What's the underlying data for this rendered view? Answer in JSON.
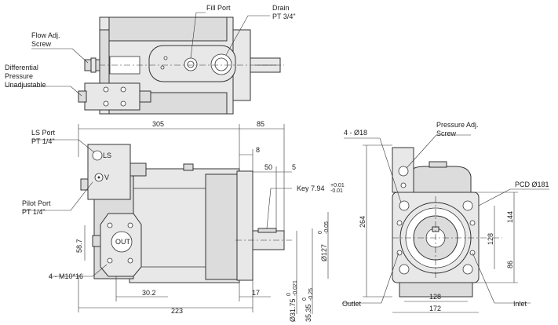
{
  "labels": {
    "fill_port": "Fill Port",
    "drain": "Drain",
    "drain_size": "PT 3/4\"",
    "flow_adj_1": "Flow Adj.",
    "flow_adj_2": "Screw",
    "diff_1": "Differential",
    "diff_2": "Pressure",
    "diff_3": "Unadjustable",
    "ls_port": "LS Port",
    "ls_size": "PT 1/4\"",
    "pilot_port": "Pilot Port",
    "pilot_size": "PT 1/4\"",
    "mount_bolts": "4 - M10*16",
    "key": "Key 7.94",
    "key_tol_up": "+0.01",
    "key_tol_dn": "-0.01",
    "holes": "4 - Ø18",
    "pressure_adj_1": "Pressure Adj.",
    "pressure_adj_2": "Screw",
    "pcd": "PCD Ø181",
    "outlet": "Outlet",
    "inlet": "Inlet",
    "mark_ls": "LS",
    "mark_v": "V",
    "mark_out": "OUT"
  },
  "dimensions": {
    "d305": "305",
    "d85": "85",
    "d8": "8",
    "d50": "50",
    "d5": "5",
    "d58_7": "58.7",
    "d30_2": "30.2",
    "d17": "17",
    "d223": "223",
    "d127": "Ø127",
    "d127_tol_up": "0",
    "d127_tol_dn": "-0.05",
    "d31_75": "Ø31.75",
    "d31_75_tol_up": "0",
    "d31_75_tol_dn": "-0.021",
    "d35_35": "35.35",
    "d35_35_tol_up": "0",
    "d35_35_tol_dn": "-0.25",
    "d264": "264",
    "d144": "144",
    "d128v": "128",
    "d86": "86",
    "d128h": "128",
    "d172": "172"
  }
}
